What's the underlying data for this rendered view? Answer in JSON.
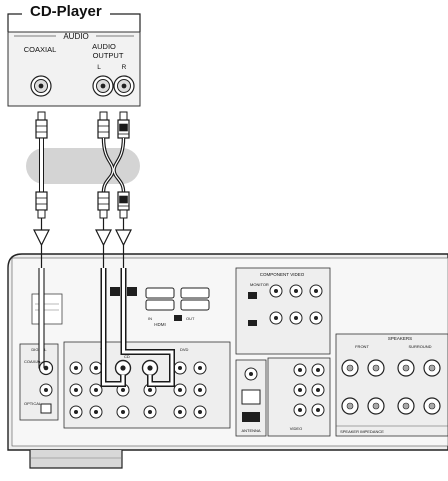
{
  "cd_player": {
    "title": "CD-Player",
    "section_label": "AUDIO",
    "coaxial_label": "COAXIAL",
    "audio_out_label_1": "AUDIO",
    "audio_out_label_2": "OUTPUT",
    "left_label": "L",
    "right_label": "R"
  },
  "receiver": {
    "component_video_label": "COMPONENT VIDEO",
    "monitor_label": "MONITOR",
    "hdmi_label": "HDMI",
    "in_label": "IN",
    "out_label": "OUT",
    "digital_label": "DIGITAL",
    "coaxial_label": "COAXIAL",
    "optical_label": "OPTICAL",
    "antenna_label": "ANTENNA",
    "speakers_label": "SPEAKERS",
    "front_label": "FRONT",
    "surround_label": "SURROUND",
    "speaker_impedance_label": "SPEAKER IMPEDANCE",
    "cd_label": "CD",
    "tv_label": "TV",
    "dvd_label": "DVD",
    "video_label": "VIDEO"
  },
  "colors": {
    "line": "#1a1a1a",
    "panel_fill": "#ececec",
    "cable_band": "#d4d4d4",
    "label_box": "#1f1f1f"
  }
}
